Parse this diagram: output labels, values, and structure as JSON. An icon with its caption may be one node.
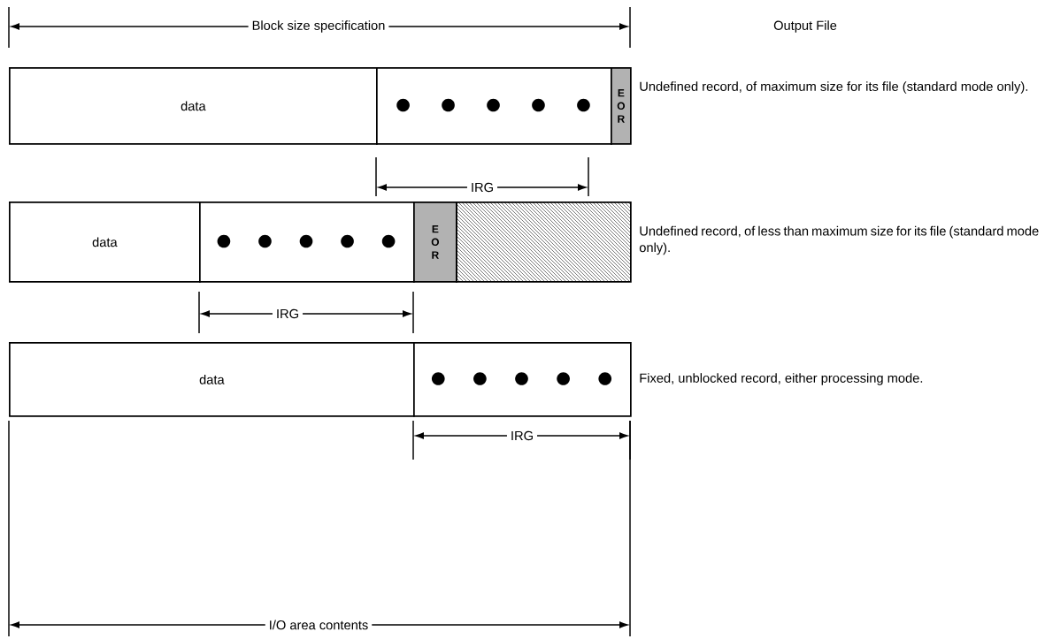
{
  "diagram": {
    "nodes": [
      {
        "text": [
          "data"
        ]
      },
      {
        "text": [],
        "shape": "box"
      },
      {
        "text": [
          "E O R"
        ]
      },
      {
        "text": [
          "data"
        ]
      },
      {
        "text": [],
        "shape": "box"
      },
      {
        "text": [
          "E O R"
        ]
      },
      {
        "text": [],
        "shape": "box"
      },
      {
        "text": [
          "data"
        ]
      },
      {
        "text": [],
        "shape": "box"
      }
    ],
    "labels": [
      "Block size specification",
      "Output File",
      "Undefined record, of maximum size for its file (standard mode only).",
      "IRG",
      "Undefined record, of less than maximum size for its file (standard mode only).",
      "IRG",
      "Fixed, unblocked record, either processing mode.",
      "IRG",
      "I/O area contents"
    ]
  }
}
